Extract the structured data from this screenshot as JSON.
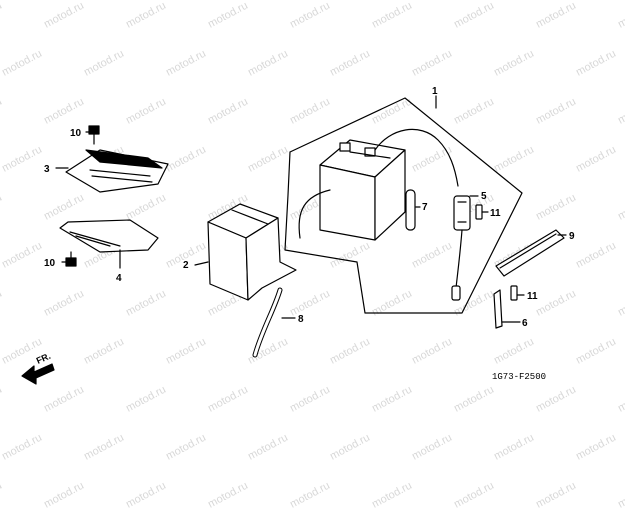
{
  "watermark": "motod.ru",
  "diagram_code": "1G73-F2500",
  "direction_label": "FR.",
  "callouts": {
    "c1": "1",
    "c2": "2",
    "c3": "3",
    "c4": "4",
    "c5": "5",
    "c6": "6",
    "c7": "7",
    "c8": "8",
    "c9": "9",
    "c10a": "10",
    "c10b": "10",
    "c11a": "11",
    "c11b": "11"
  },
  "parts": {
    "battery": "battery",
    "battery_case": "battery-case",
    "regulator": "regulator-rectifier",
    "regulator_cover": "regulator-cover",
    "fuse_holder": "fuse-holder",
    "battery_band": "battery-band",
    "breather_tube": "breather-tube",
    "bolt": "bolt",
    "fuse": "fuse"
  }
}
